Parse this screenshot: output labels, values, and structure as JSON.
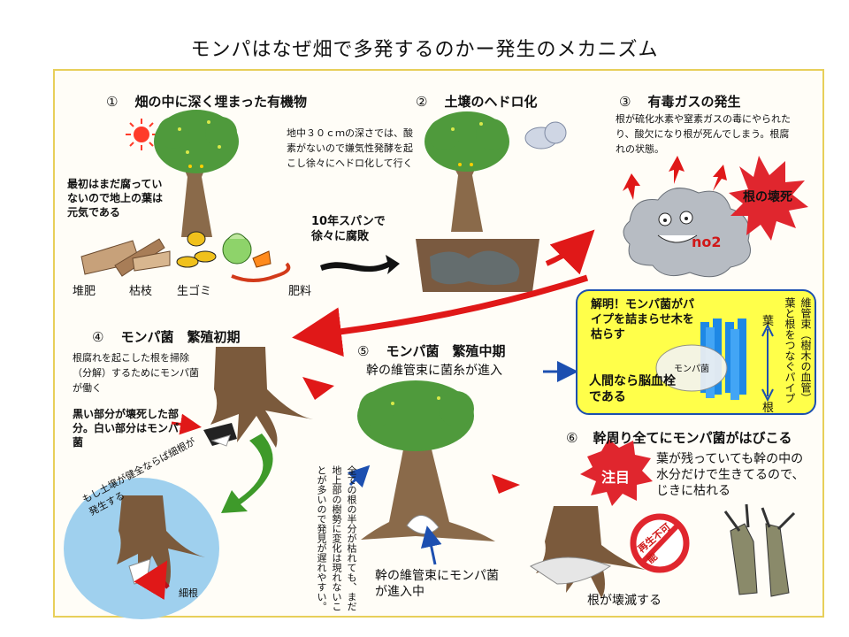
{
  "title": "モンパはなぜ畑で多発するのかー発生のメカニズム",
  "step1": {
    "num": "①",
    "title": "畑の中に深く埋まった有機物",
    "note": "最初はまだ腐っていないので地上の葉は元気である",
    "materials": [
      "堆肥",
      "枯枝",
      "生ゴミ",
      "肥料"
    ]
  },
  "arrow_caption": "10年スパンで徐々に腐敗",
  "step2": {
    "num": "②",
    "title": "土壌のヘドロ化",
    "desc": "地中３０ｃｍの深さでは、酸素がないので嫌気性発酵を起こし徐々にヘドロ化して行く"
  },
  "step3": {
    "num": "③",
    "title": "有毒ガスの発生",
    "desc": "根が硫化水素や窒素ガスの毒にやられたり、酸欠になり根が死んでしまう。根腐れの状態。",
    "gas_label": "no2",
    "burst": "根の壊死"
  },
  "step4": {
    "num": "④",
    "title": "モンパ菌　繁殖初期",
    "desc": "根腐れを起こした根を掃除（分解）するためにモンパ菌が働く",
    "note": "黒い部分が壊死した部分。白い部分はモンパ菌"
  },
  "healthy": {
    "text": "もし土壌が健全ならば細根が発生する",
    "label": "細根"
  },
  "step5": {
    "num": "⑤",
    "title": "モンパ菌　繁殖中期",
    "subtitle": "幹の維管束に菌糸が進入",
    "side_note": "全ての根の半分が枯れても、まだ地上部の樹勢に変化は現れないことが多いので発見が遅れやすい。",
    "bottom_caption": "幹の維管束にモンパ菌が進入中"
  },
  "explain": {
    "headline": "解明！モンパ菌がパイプを詰まらせ木を枯らす",
    "fungus_label": "モンパ菌",
    "leaf": "葉",
    "root": "根",
    "vertical_note": "維管束（樹木の血管）葉と根をつなぐパイプ",
    "analogy": "人間なら脳血栓である"
  },
  "step6": {
    "num": "⑥",
    "title": "幹周り全てにモンパ菌がはびこる",
    "badge": "注目",
    "desc": "葉が残っていても幹の中の水分だけで生きてるので、じきに枯れる",
    "no_regen": "再生不可能",
    "bottom_caption": "根が壊滅する"
  },
  "colors": {
    "frame_border": "#e8cf5a",
    "arrow_red": "#e01818",
    "tree_green": "#4f9a3c",
    "trunk_brown": "#8a6a4a",
    "explain_bg": "#ffff4a",
    "burst_red": "#e0262e",
    "healthy_bg": "#9fd0ee"
  }
}
